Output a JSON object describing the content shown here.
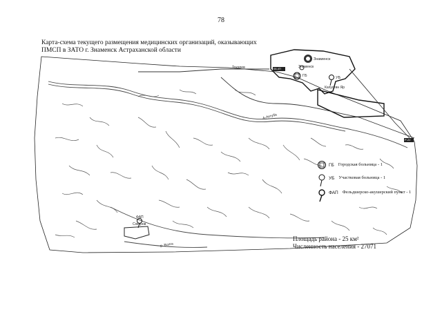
{
  "page_number": "78",
  "title": "Карта-схема текущего размещения медицинских организаций, оказывающих ПМСП в ЗАТО г. Знаменск Астраханской области",
  "map_labels": {
    "znamensk_top": "Знаменск",
    "znamensk_center": "Знаменск",
    "hospital_code": "ГБ",
    "ub_code": "УБ",
    "kapustin_yar": "Капустин Яр",
    "tokarev": "Токарев",
    "road_top": "А-Ахтуба",
    "route_sign_left": "08-4П",
    "route_sign_right": "Р-22",
    "fap_code": "ФАП",
    "fap_place": "Сокуров",
    "road_bottom": "р. Волга"
  },
  "legend": [
    {
      "code": "ГБ",
      "text": "Городская больница - 1",
      "icon": "hospital-icon"
    },
    {
      "code": "УБ",
      "text": "Участковая больница - 1",
      "icon": "pin-icon"
    },
    {
      "code": "ФАП",
      "text": "Фельдшерско-акушерский пункт - 1",
      "icon": "pin-icon"
    }
  ],
  "stats": {
    "area": "Площадь района - 25 км²",
    "population": "Численность населения - 27071"
  }
}
